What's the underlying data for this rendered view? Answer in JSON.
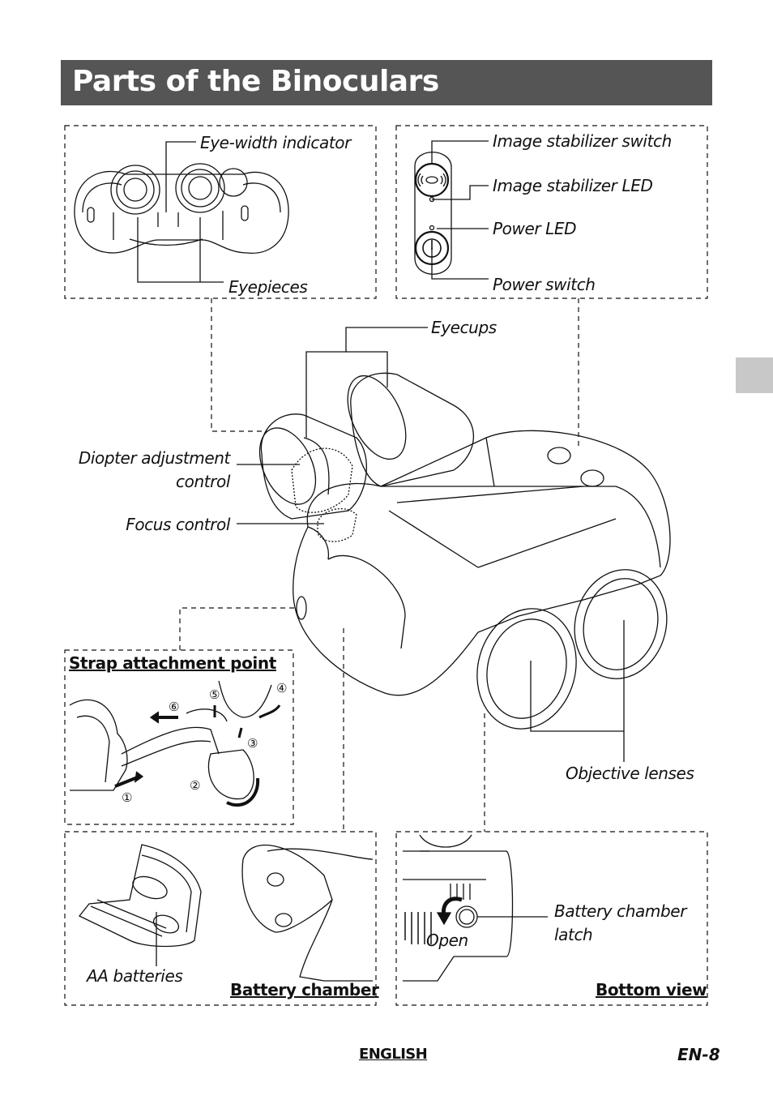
{
  "page": {
    "title": "Parts of the Binoculars",
    "footer_language": "ENGLISH",
    "footer_page": "EN-8"
  },
  "labels": {
    "eye_width_indicator": "Eye-width indicator",
    "eyepieces": "Eyepieces",
    "image_stabilizer_switch": "Image stabilizer switch",
    "image_stabilizer_led": "Image stabilizer LED",
    "power_led": "Power LED",
    "power_switch": "Power switch",
    "eyecups": "Eyecups",
    "diopter_line1": "Diopter adjustment",
    "diopter_line2": "control",
    "focus_control": "Focus control",
    "objective_lenses": "Objective lenses",
    "aa_batteries": "AA batteries",
    "open": "Open",
    "battery_latch_line1": "Battery chamber",
    "battery_latch_line2": "latch"
  },
  "panels": {
    "strap_attachment_point": "Strap attachment point",
    "battery_chamber": "Battery chamber",
    "bottom_view": "Bottom view"
  },
  "strap_steps": [
    "①",
    "②",
    "③",
    "④",
    "⑤",
    "⑥"
  ]
}
